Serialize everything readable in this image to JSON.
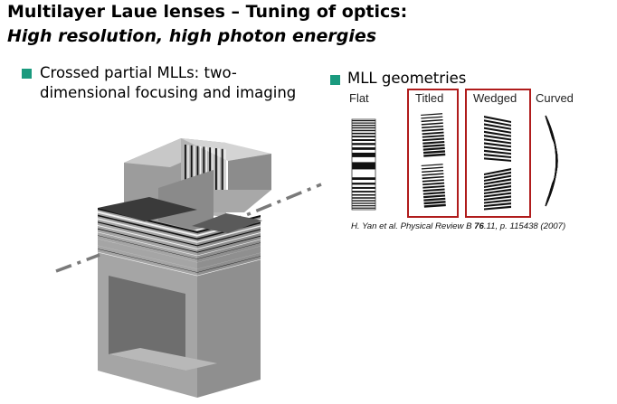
{
  "header": {
    "title_line1": "Multilayer Laue lenses – Tuning of optics:",
    "title_line2": "High resolution, high photon energies"
  },
  "left_bullet": {
    "text": "Crossed partial MLLs: two-dimensional focusing and imaging"
  },
  "right_bullet": {
    "text": "MLL geometries"
  },
  "geometries": {
    "labels": [
      "Flat",
      "Titled",
      "Wedged",
      "Curved"
    ]
  },
  "citation": {
    "pre": "H. Yan et al. Physical Review B ",
    "volume": "76",
    "post": ".11, p. 115438 (2007)"
  },
  "colors": {
    "bullet": "#1a9a7e",
    "highlight_box": "#b01c1c"
  }
}
